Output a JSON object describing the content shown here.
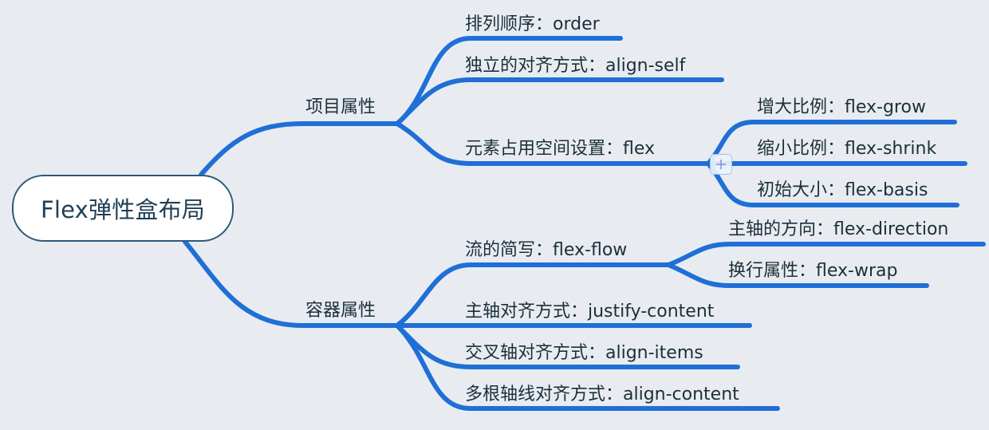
{
  "root": {
    "label": "Flex弹性盒布局"
  },
  "branches": [
    {
      "label": "项目属性",
      "children": [
        {
          "label": "排列顺序：order",
          "children": []
        },
        {
          "label": "独立的对齐方式：align-self",
          "children": []
        },
        {
          "label": "元素占用空间设置：flex",
          "children": [
            {
              "label": "增大比例：flex-grow"
            },
            {
              "label": "缩小比例：flex-shrink"
            },
            {
              "label": "初始大小：flex-basis"
            }
          ]
        }
      ]
    },
    {
      "label": "容器属性",
      "children": [
        {
          "label": "流的简写：flex-flow",
          "children": [
            {
              "label": "主轴的方向：flex-direction"
            },
            {
              "label": "换行属性：flex-wrap"
            }
          ]
        },
        {
          "label": "主轴对齐方式：justify-content",
          "children": []
        },
        {
          "label": "交叉轴对齐方式：align-items",
          "children": []
        },
        {
          "label": "多根轴线对齐方式：align-content",
          "children": []
        }
      ]
    }
  ],
  "colors": {
    "background": "#e8ecf1",
    "edge": "#1f6fd6",
    "root_border": "#2a5a7a",
    "text": "#1c2f3a"
  },
  "icons": {
    "collapse_toggle": "plus-icon"
  }
}
